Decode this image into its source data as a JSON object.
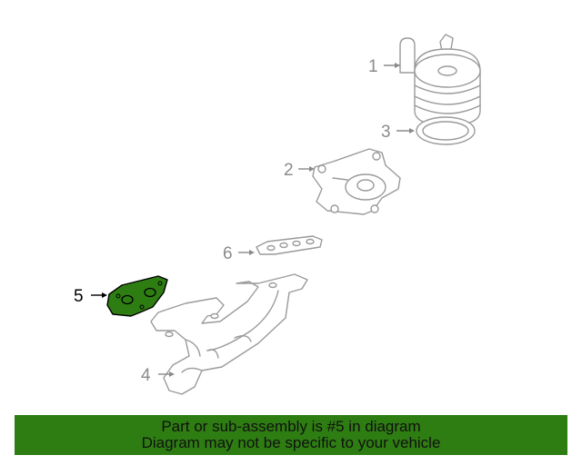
{
  "colors": {
    "banner_background": "#2e7d12",
    "highlight_fill": "#2e7d12",
    "part_stroke": "#9a9a9a",
    "callout_gray": "#8a8a8a",
    "callout_active": "#000000"
  },
  "callouts": {
    "c1": "1",
    "c2": "2",
    "c3": "3",
    "c4": "4",
    "c5": "5",
    "c6": "6"
  },
  "highlighted_part": "5",
  "banner": {
    "line1": "Part or sub-assembly is #5 in diagram",
    "line2": "Diagram may not be specific to your vehicle"
  }
}
